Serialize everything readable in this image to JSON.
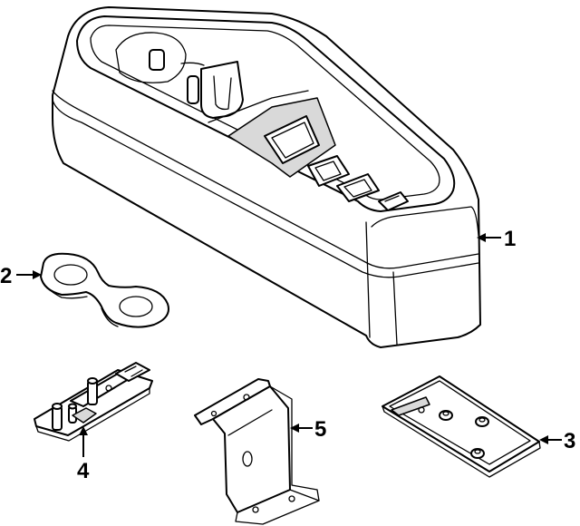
{
  "callouts": [
    {
      "id": "1",
      "label": "1"
    },
    {
      "id": "2",
      "label": "2"
    },
    {
      "id": "3",
      "label": "3"
    },
    {
      "id": "4",
      "label": "4"
    },
    {
      "id": "5",
      "label": "5"
    }
  ],
  "colors": {
    "line": "#000000",
    "background": "#ffffff",
    "shade": "#d9d9d9"
  }
}
